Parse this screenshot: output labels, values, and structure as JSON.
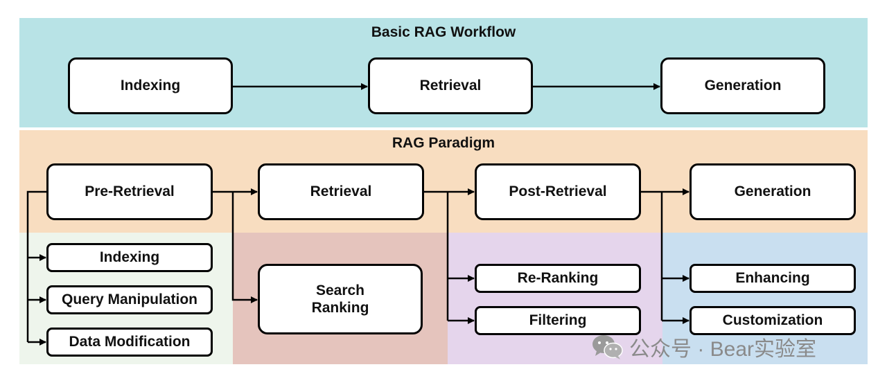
{
  "workflow": {
    "title": "Basic RAG Workflow",
    "steps": [
      "Indexing",
      "Retrieval",
      "Generation"
    ]
  },
  "paradigm": {
    "title": "RAG Paradigm",
    "stages": [
      "Pre-Retrieval",
      "Retrieval",
      "Post-Retrieval",
      "Generation"
    ],
    "pre_retrieval_items": [
      "Indexing",
      "Query Manipulation",
      "Data Modification"
    ],
    "retrieval_items": [
      "Search\nRanking"
    ],
    "post_retrieval_items": [
      "Re-Ranking",
      "Filtering"
    ],
    "generation_items": [
      "Enhancing",
      "Customization"
    ]
  },
  "watermark": {
    "text": "公众号 · Bear实验室",
    "icon": "wechat-icon"
  },
  "colors": {
    "workflow_bg": "#b8e3e6",
    "paradigm_bg": "#f8ddc0",
    "pre_retrieval_bg": "#eef5ec",
    "retrieval_bg": "#e5c4bd",
    "post_retrieval_bg": "#e5d5ec",
    "generation_bg": "#c9dff0"
  }
}
